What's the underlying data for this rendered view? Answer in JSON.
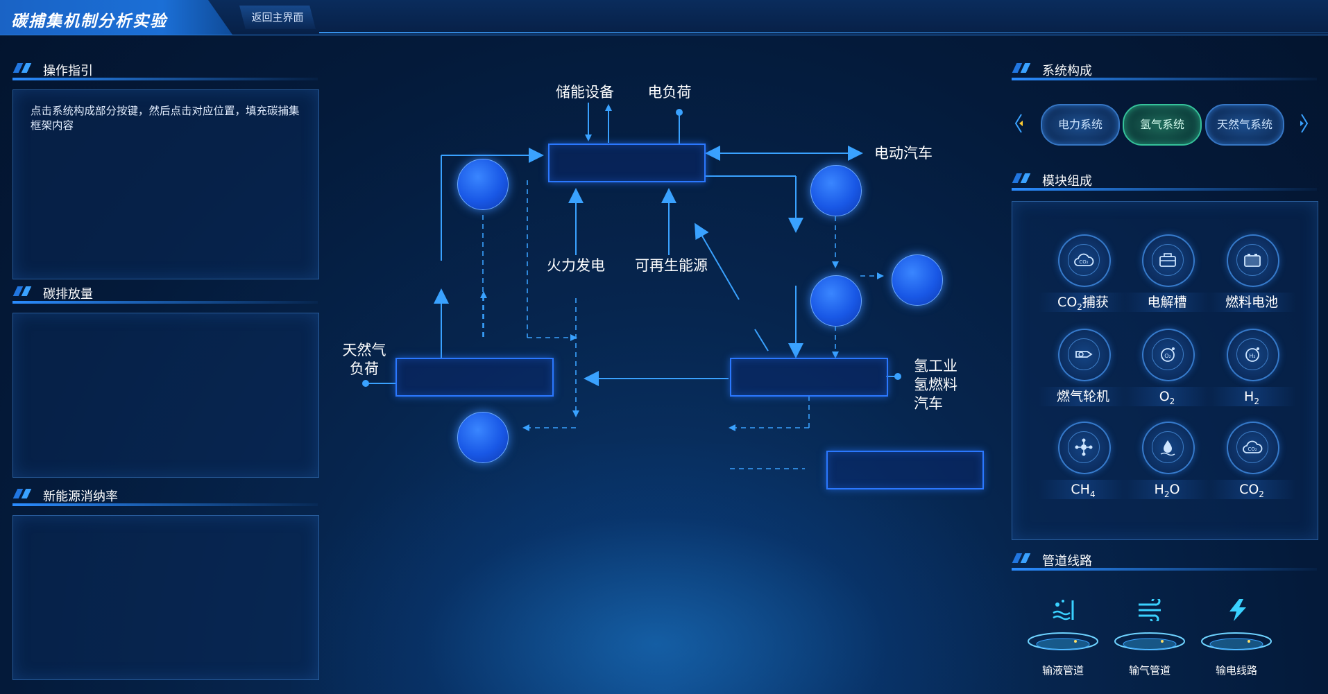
{
  "app": {
    "title": "碳捕集机制分析实验",
    "back_label": "返回主界面"
  },
  "left": {
    "guide_title": "操作指引",
    "guide_text": "点击系统构成部分按键，然后点击对应位置，填充碳捕集框架内容",
    "emission_title": "碳排放量",
    "renewable_title": "新能源消纳率"
  },
  "diagram": {
    "labels": {
      "storage": "储能设备",
      "load": "电负荷",
      "ev": "电动汽车",
      "thermal": "火力发电",
      "renewable": "可再生能源",
      "gas_load_1": "天然气",
      "gas_load_2": "负荷",
      "h2_industry": "氢工业",
      "h2_fuel": "氢燃料",
      "h2_car": "汽车"
    }
  },
  "right": {
    "system_title": "系统构成",
    "systems": [
      "电力系统",
      "氢气系统",
      "天然气系统"
    ],
    "active_system": "氢气系统",
    "module_title": "模块组成",
    "modules": [
      {
        "icon": "co2-capture-icon"
      },
      {
        "label": "电解槽",
        "icon": "electrolyzer-icon"
      },
      {
        "label": "燃料电池",
        "icon": "fuel-cell-icon"
      },
      {
        "label": "燃气轮机",
        "icon": "gas-turbine-icon"
      },
      {
        "icon": "o2-icon"
      },
      {
        "icon": "h2-icon"
      },
      {
        "icon": "ch4-icon"
      },
      {
        "icon": "h2o-icon"
      },
      {
        "icon": "co2-icon"
      }
    ],
    "pipe_title": "管道线路",
    "pipes": [
      {
        "label": "输液管道",
        "icon": "liquid-pipe-icon"
      },
      {
        "label": "输气管道",
        "icon": "gas-pipe-icon"
      },
      {
        "label": "输电线路",
        "icon": "power-line-icon"
      }
    ]
  },
  "colors": {
    "accent": "#2b8cff",
    "node_fill": "#1958e6",
    "active_system": "#35c29a",
    "flow_arrow": "#3aa2ff"
  }
}
